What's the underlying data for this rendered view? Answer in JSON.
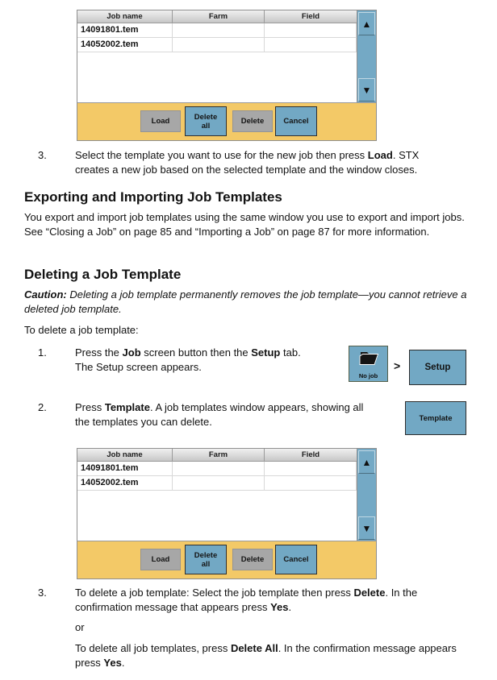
{
  "colors": {
    "button_blue": "#72a8c4",
    "footer_yellow": "#f3c967",
    "button_gray": "#a7a7a7",
    "header_gray": "#d9d9d9"
  },
  "job_window": {
    "columns": [
      "Job name",
      "Farm",
      "Field"
    ],
    "rows": [
      {
        "job_name": "14091801.tem",
        "farm": "",
        "field": ""
      },
      {
        "job_name": "14052002.tem",
        "farm": "",
        "field": ""
      }
    ],
    "scroll_up_icon": "▲",
    "scroll_down_icon": "▼",
    "buttons": {
      "load": "Load",
      "delete_all": "Delete\nall",
      "delete": "Delete",
      "cancel": "Cancel"
    }
  },
  "steps": {
    "load_step": {
      "num": "3.",
      "seg1": "Select the template you want to use for the new job then press ",
      "seg2": "Load",
      "seg3": ". STX creates a new job based on the selected template and the window closes."
    },
    "step1": {
      "num": "1.",
      "line1_seg1": "Press the ",
      "line1_seg2": "Job",
      "line1_seg3": " screen button then the ",
      "line1_seg4": "Setup",
      "line1_seg5": " tab.",
      "line2": "The Setup screen appears.",
      "no_job_label": "No job",
      "separator": ">",
      "setup_label": "Setup"
    },
    "step2": {
      "num": "2.",
      "line1_seg1": "Press ",
      "line1_seg2": "Template",
      "line1_seg3": ". A job templates window appears, showing all",
      "line2": "the templates you can delete.",
      "button_label": "Template"
    },
    "delete_step": {
      "num": "3.",
      "p1_seg1": "To delete a job template: Select the job template then press ",
      "p1_seg2": "Delete",
      "p1_seg3": ". In the confirmation message that appears press ",
      "p1_seg4": "Yes",
      "p1_seg5": ".",
      "or_text": "or",
      "p2_seg1": "To delete all job templates, press ",
      "p2_seg2": "Delete All",
      "p2_seg3": ". In the confirmation message appears press ",
      "p2_seg4": "Yes",
      "p2_seg5": "."
    }
  },
  "sections": {
    "export_import": {
      "title": "Exporting and Importing Job Templates",
      "body": "You export and import job templates using the same window you use to export and import jobs. See “Closing a Job” on page 85 and “Importing a Job” on page 87 for more information."
    },
    "deleting": {
      "title": "Deleting a Job Template",
      "caution_label": "Caution:",
      "caution_text": " Deleting a job template permanently removes the job template—you cannot retrieve a deleted job template.",
      "intro": "To delete a job template:"
    }
  }
}
